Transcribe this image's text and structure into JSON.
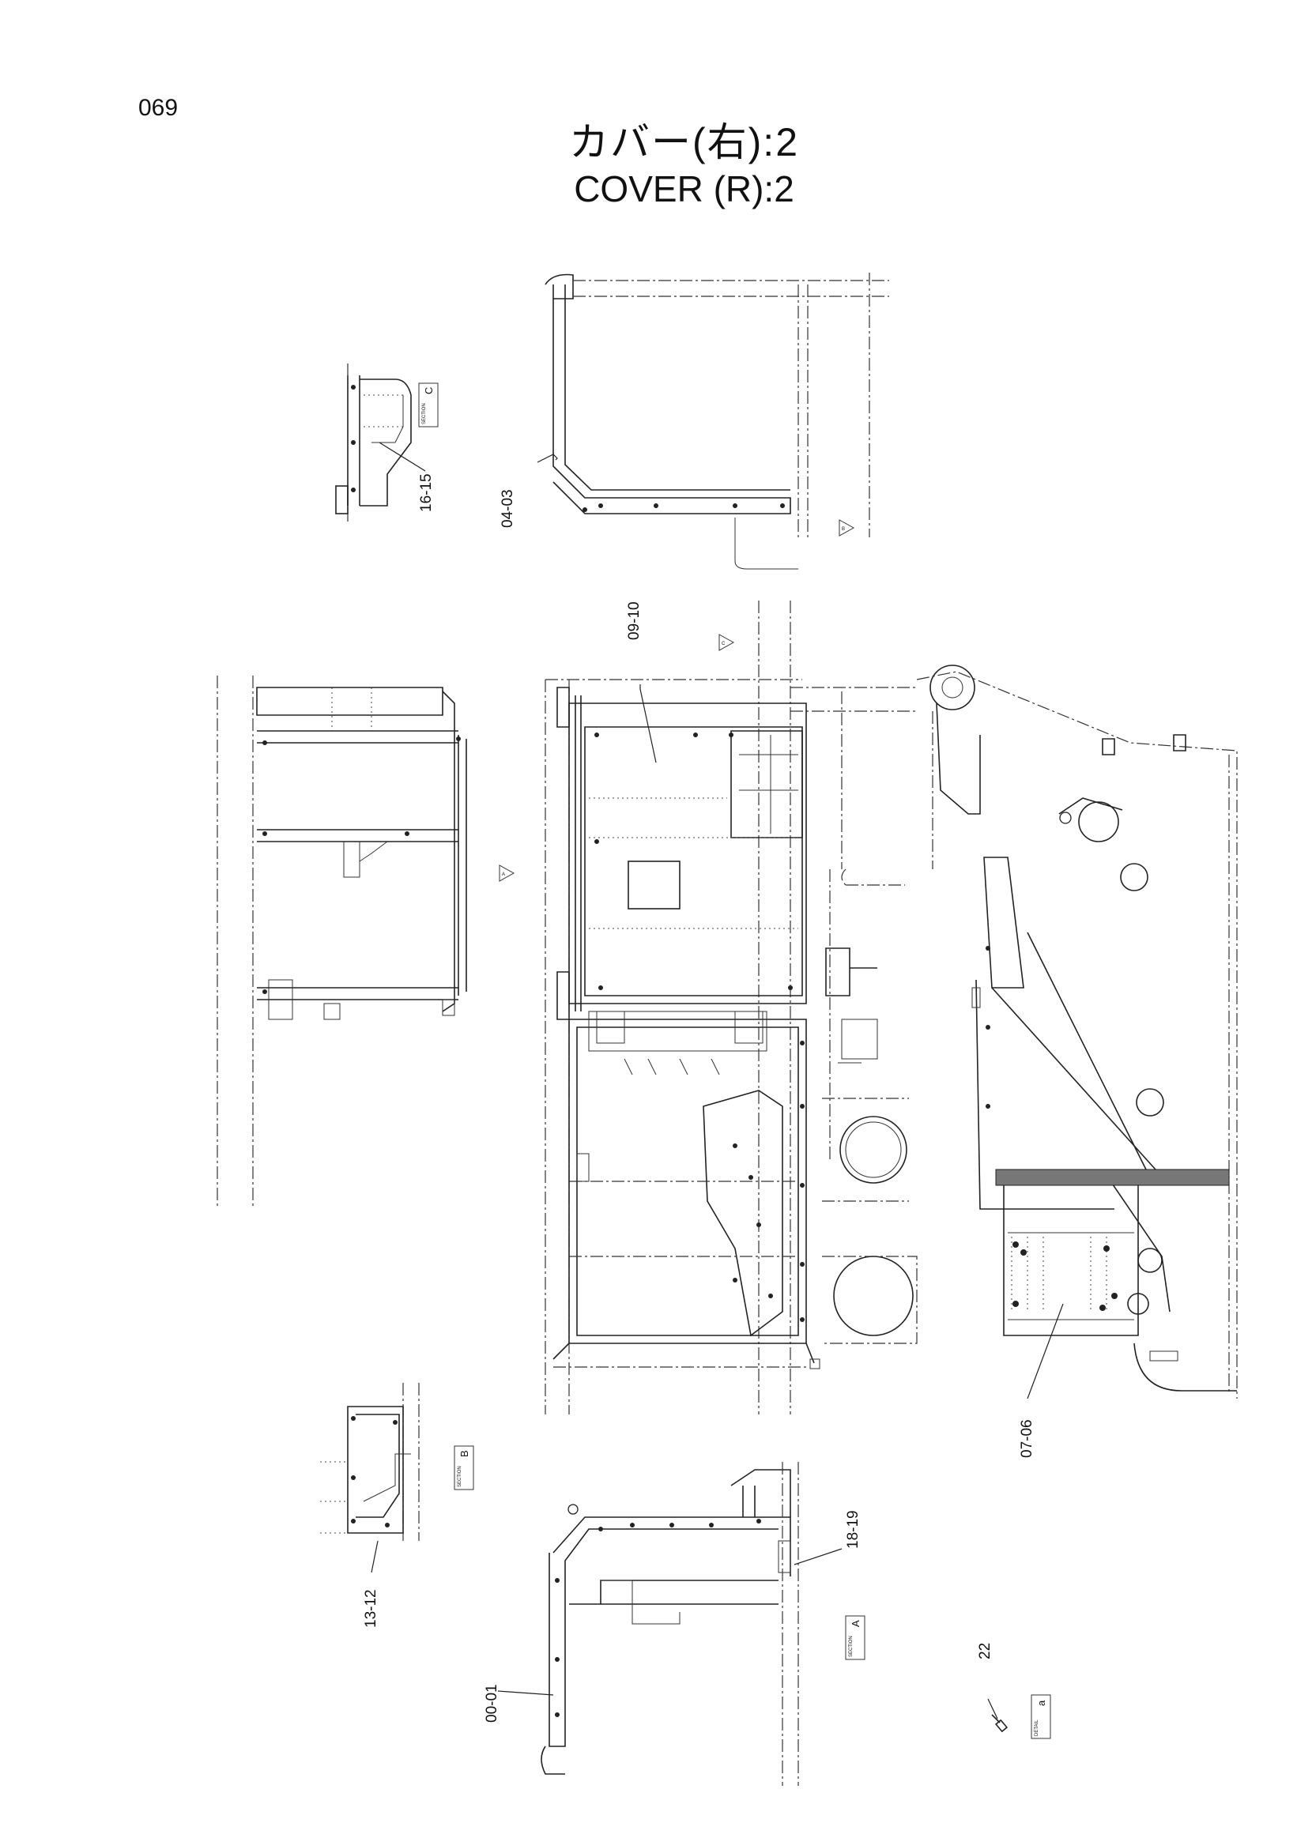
{
  "page": {
    "number": "069",
    "title_ja": "カバー(右):2",
    "title_en": "COVER (R):2"
  },
  "callouts": [
    {
      "id": "16-15",
      "label": "16-15"
    },
    {
      "id": "04-03",
      "label": "04-03"
    },
    {
      "id": "09-10",
      "label": "09-10"
    },
    {
      "id": "07-06",
      "label": "07-06"
    },
    {
      "id": "18-19",
      "label": "18-19"
    },
    {
      "id": "13-12",
      "label": "13-12"
    },
    {
      "id": "00-01",
      "label": "00-01"
    },
    {
      "id": "22",
      "label": "22"
    }
  ],
  "view_arrows": [
    {
      "id": "A",
      "label": "A"
    },
    {
      "id": "B",
      "label": "B"
    },
    {
      "id": "C",
      "label": "C"
    }
  ],
  "section_tags": [
    {
      "id": "C",
      "letter": "C",
      "kind": "SECTION"
    },
    {
      "id": "B",
      "letter": "B",
      "kind": "SECTION"
    },
    {
      "id": "A",
      "letter": "A",
      "kind": "SECTION"
    },
    {
      "id": "a",
      "letter": "a",
      "kind": "DETAIL"
    }
  ]
}
